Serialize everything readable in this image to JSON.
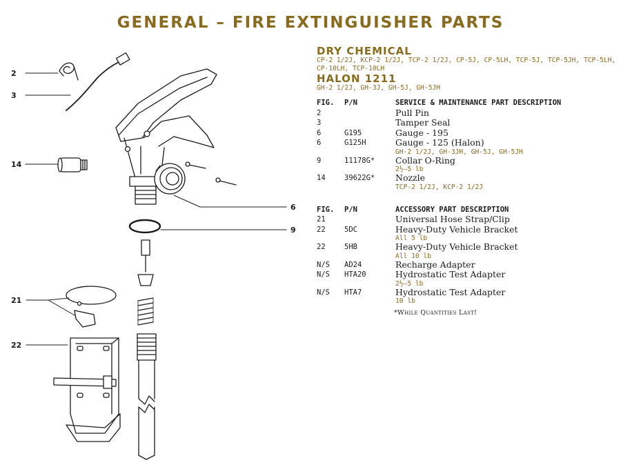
{
  "title": "GENERAL – FIRE EXTINGUISHER PARTS",
  "callouts": {
    "c2": "2",
    "c3": "3",
    "c14": "14",
    "c6": "6",
    "c9": "9",
    "c21": "21",
    "c22": "22"
  },
  "dry_chemical": {
    "heading": "DRY CHEMICAL",
    "models_line1": "CP-2 1/2J, KCP-2 1/2J, TCP-2 1/2J, CP-5J, CP-5LH, TCP-5J, TCP-5JH, TCP-5LH,",
    "models_line2": "CP-10LH, TCP-10LH"
  },
  "halon": {
    "heading": "HALON 1211",
    "models": "GH-2 1/2J, GH-3J, GH-5J, GH-5JH"
  },
  "service_table": {
    "col_fig": "FIG.",
    "col_pn": "P/N",
    "col_desc": "SERVICE & MAINTENANCE PART DESCRIPTION",
    "rows": [
      {
        "fig": "2",
        "pn": "",
        "desc": "Pull Pin",
        "sub": ""
      },
      {
        "fig": "3",
        "pn": "",
        "desc": "Tamper Seal",
        "sub": ""
      },
      {
        "fig": "6",
        "pn": "G195",
        "desc": "Gauge - 195",
        "sub": ""
      },
      {
        "fig": "6",
        "pn": "G125H",
        "desc": "Gauge - 125 (Halon)",
        "sub": "GH-2 1/2J, GH-3JH, GH-5J, GH-5JH"
      },
      {
        "fig": "9",
        "pn": "11178G*",
        "desc": "Collar O-Ring",
        "sub": "2½–5 lb"
      },
      {
        "fig": "14",
        "pn": "39622G*",
        "desc": "Nozzle",
        "sub": "TCP-2 1/2J, KCP-2 1/2J"
      }
    ]
  },
  "accessory_table": {
    "col_fig": "FIG.",
    "col_pn": "P/N",
    "col_desc": "ACCESSORY PART DESCRIPTION",
    "rows": [
      {
        "fig": "21",
        "pn": "",
        "desc": "Universal Hose Strap/Clip",
        "sub": ""
      },
      {
        "fig": "22",
        "pn": "5DC",
        "desc": "Heavy-Duty Vehicle Bracket",
        "sub": "All 5 lb"
      },
      {
        "fig": "22",
        "pn": "5HB",
        "desc": "Heavy-Duty Vehicle Bracket",
        "sub": "All 10 lb"
      },
      {
        "fig": "N/S",
        "pn": "AD24",
        "desc": "Recharge Adapter",
        "sub": ""
      },
      {
        "fig": "N/S",
        "pn": "HTA20",
        "desc": "Hydrostatic Test Adapter",
        "sub": "2½–5 lb"
      },
      {
        "fig": "N/S",
        "pn": "HTA7",
        "desc": "Hydrostatic Test Adapter",
        "sub": "10 lb"
      }
    ]
  },
  "footnote": "*While Quantities Last!",
  "colors": {
    "accent": "#8a6a1c",
    "ink": "#1a1a1a"
  }
}
